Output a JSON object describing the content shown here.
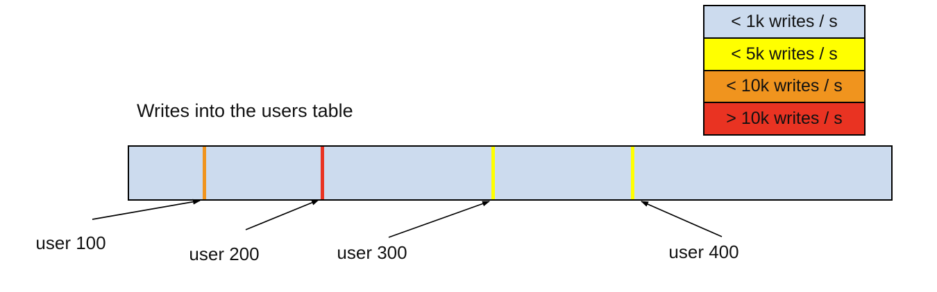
{
  "title": "Writes into the users table",
  "colors": {
    "bar_fill": "#ccdbee",
    "outline": "#000000",
    "arrow": "#000000",
    "rate_lt_1k": "#ccdbee",
    "rate_lt_5k": "#ffff00",
    "rate_lt_10k": "#f0941e",
    "rate_gt_10k": "#e93322"
  },
  "legend": {
    "items": [
      {
        "label": "< 1k writes / s",
        "color": "#ccdbee"
      },
      {
        "label": "< 5k writes / s",
        "color": "#ffff00"
      },
      {
        "label": "< 10k writes / s",
        "color": "#f0941e"
      },
      {
        "label": "> 10k writes / s",
        "color": "#e93322"
      }
    ]
  },
  "hotspots": [
    {
      "label": "user 100",
      "rate": "< 10k writes / s",
      "color": "#f0941e",
      "position_fraction": 0.0984
    },
    {
      "label": "user 200",
      "rate": "> 10k writes / s",
      "color": "#e93322",
      "position_fraction": 0.2536
    },
    {
      "label": "user 300",
      "rate": "< 5k writes / s",
      "color": "#ffff00",
      "position_fraction": 0.4778
    },
    {
      "label": "user 400",
      "rate": "< 5k writes / s",
      "color": "#ffff00",
      "position_fraction": 0.6611
    }
  ]
}
